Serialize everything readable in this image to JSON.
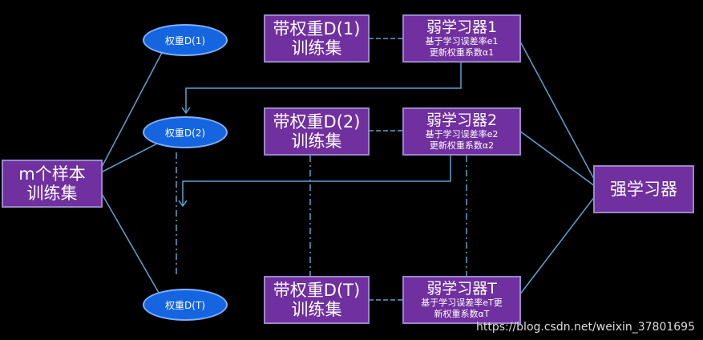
{
  "source": {
    "line1": "m个样本",
    "line2": "训练集"
  },
  "weights": [
    "权重D(1)",
    "权重D(2)",
    "权重D(T)"
  ],
  "train_sets": [
    {
      "line1": "带权重D(1)",
      "line2": "训练集"
    },
    {
      "line1": "带权重D(2)",
      "line2": "训练集"
    },
    {
      "line1": "带权重D(T)",
      "line2": "训练集"
    }
  ],
  "learners": [
    {
      "title": "弱学习器1",
      "line1": "基于学习误差率e1",
      "line2": "更新权重系数α1"
    },
    {
      "title": "弱学习器2",
      "line1": "基于学习误差率e2",
      "line2": "更新权重系数α2"
    },
    {
      "title": "弱学习器T",
      "line1": "基于学习误差率eT更",
      "line2": "新权重系数αT"
    }
  ],
  "strong": "强学习器",
  "watermark": "https://blog.csdn.net/weixin_37801695",
  "colors": {
    "box": "#7030a0",
    "ellipse": "#1565e0",
    "line": "#5ba3d0"
  }
}
